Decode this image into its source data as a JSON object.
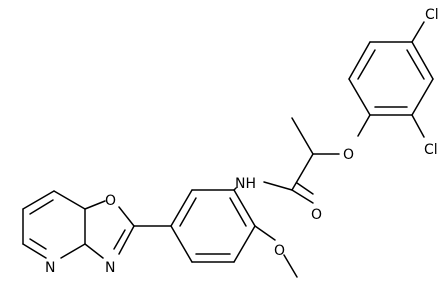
{
  "atom_labels": {
    "cl_para": "Cl",
    "cl_ortho": "Cl",
    "ether_o": "O",
    "carbonyl_o": "O",
    "amide_nh": "NH",
    "methoxy_o": "O",
    "oxazole_o": "O",
    "oxazole_n": "N",
    "pyridine_n": "N"
  },
  "colors": {
    "bond": "#000000",
    "background": "#ffffff"
  }
}
